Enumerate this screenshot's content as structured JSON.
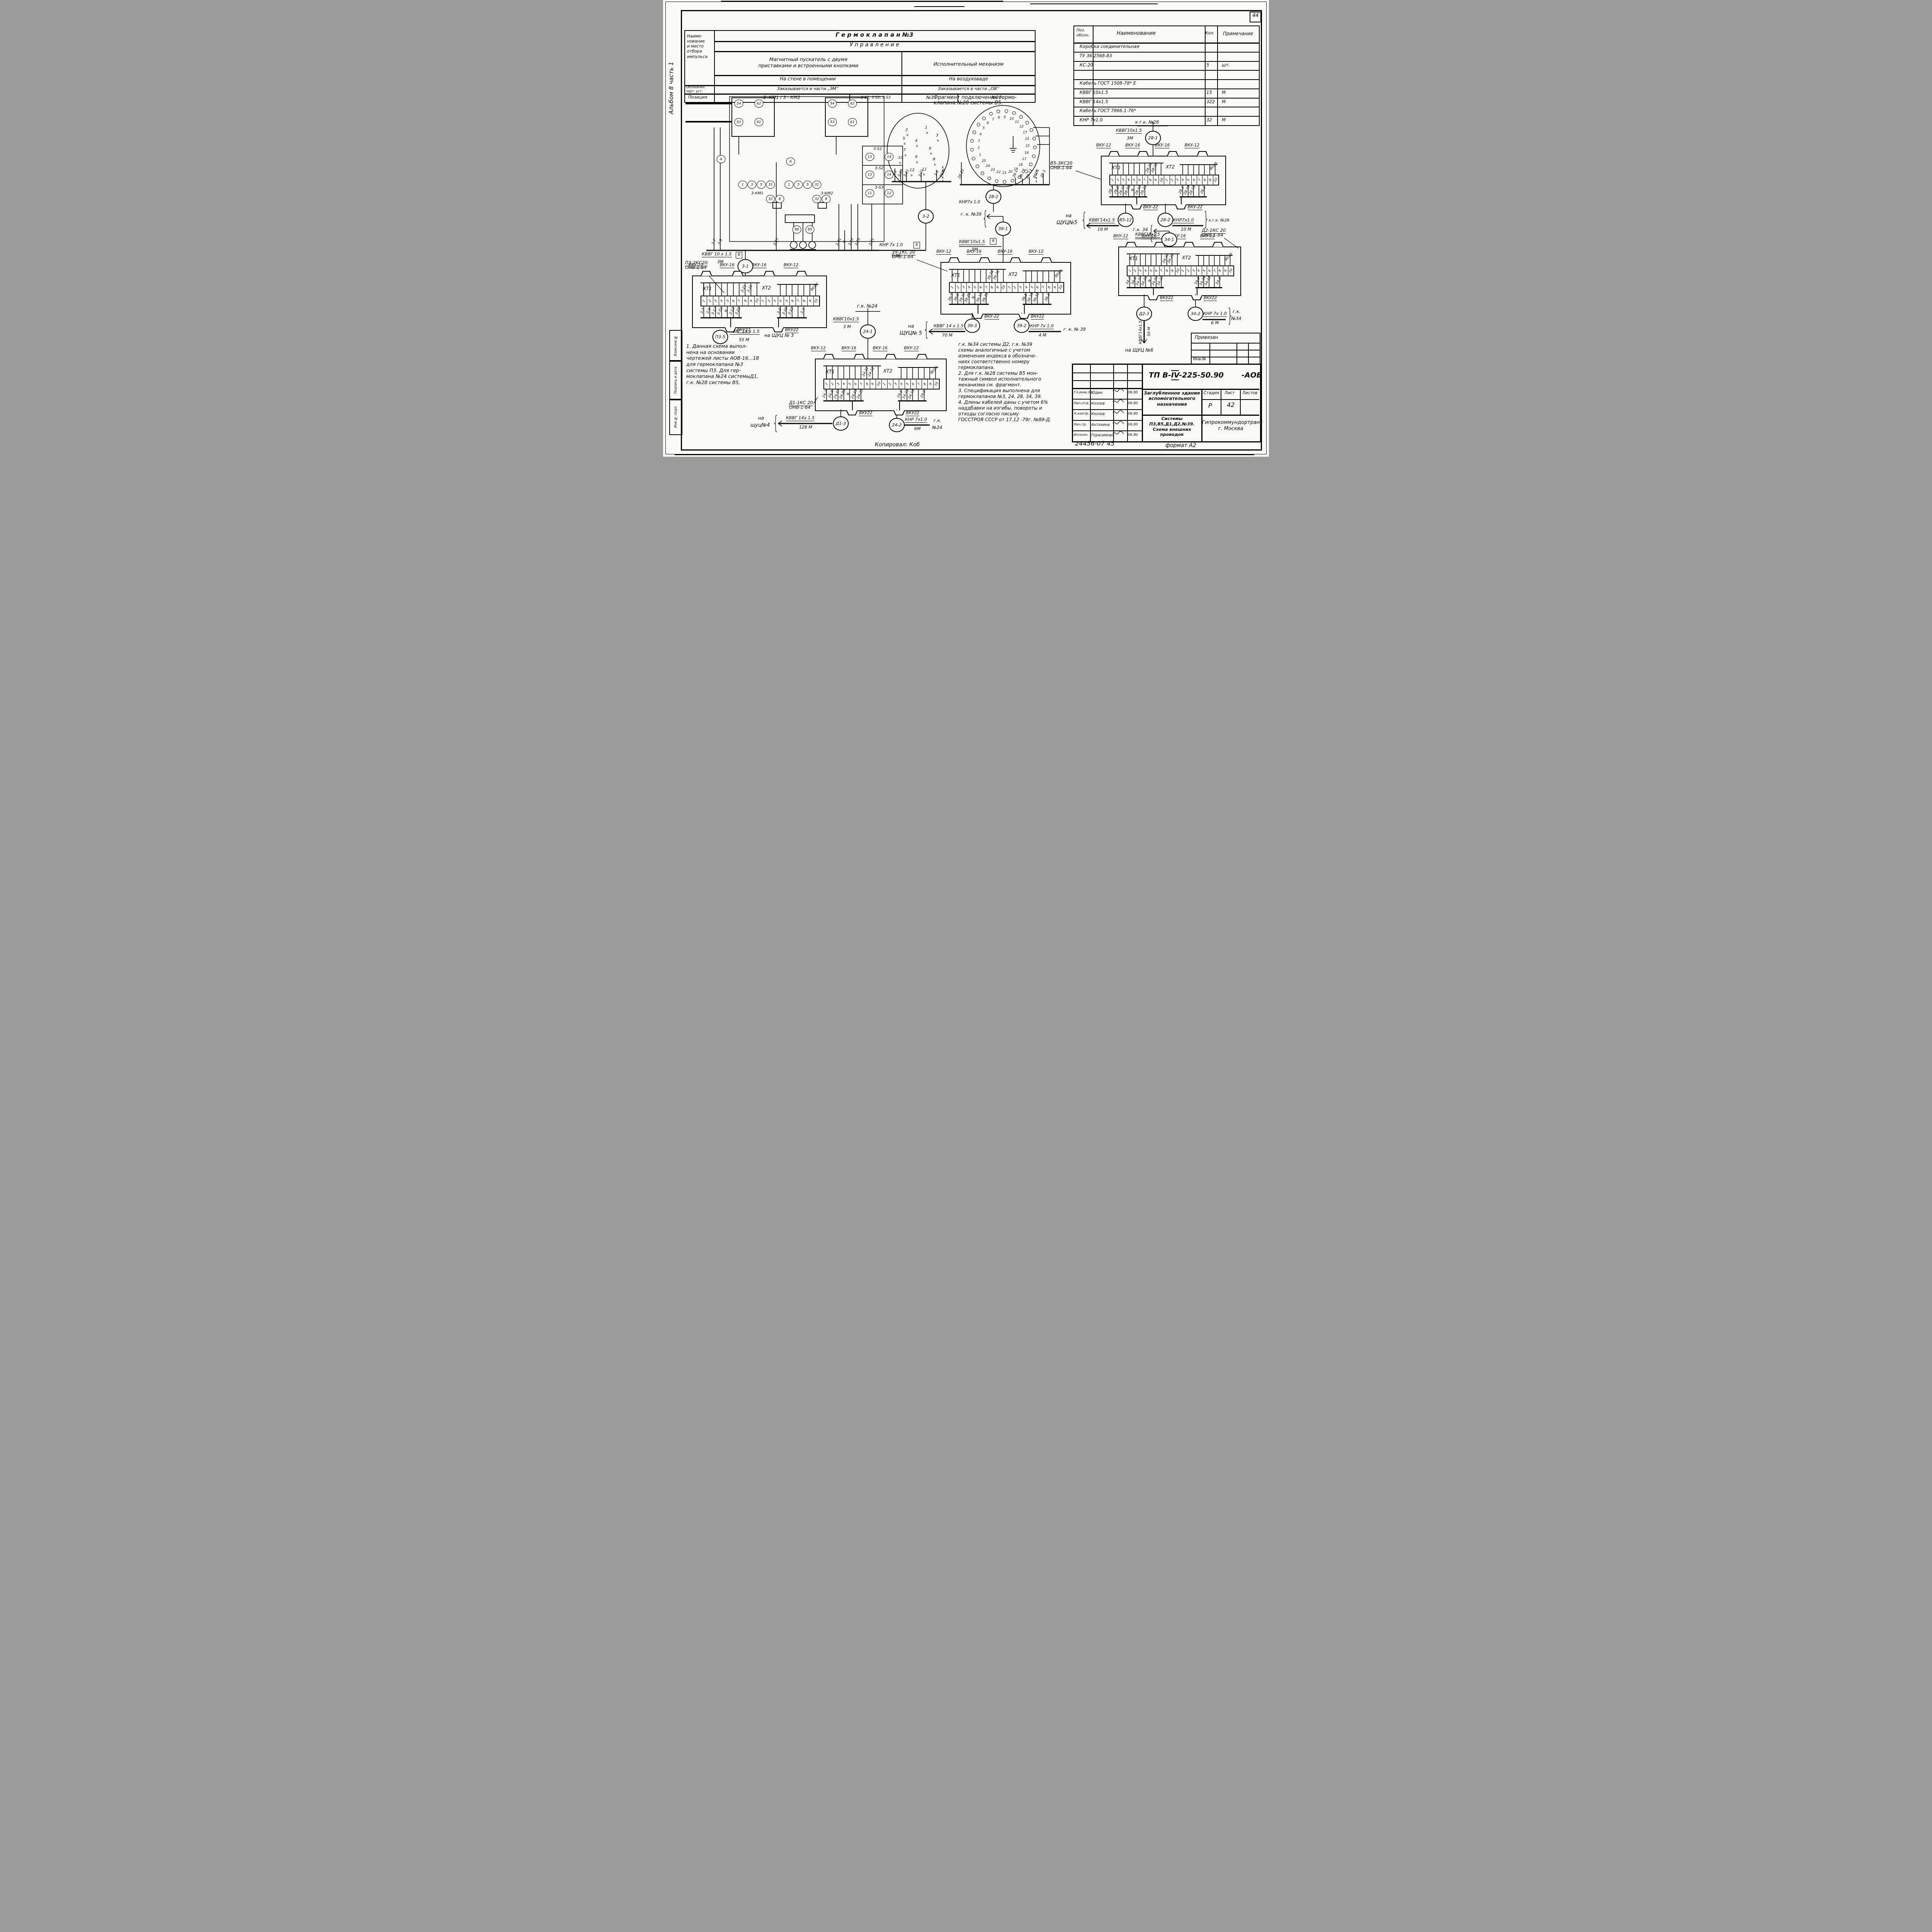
{
  "page": {
    "corner_number": "44",
    "album_side_text": "Альбом 8 часть 1",
    "stamp_boxes": [
      "Взам.инв.№",
      "Подпись и дата",
      "Инв.№ подл."
    ],
    "footer": {
      "copied": "Копировал: Коб",
      "code": "24456-07   45",
      "format": "формат А2"
    }
  },
  "header_table": {
    "col1_row1": "Наиме-\nнование\nи место\nотбора\nимпульса",
    "col1_row2": "Обозначен.\nчерт. уст.",
    "col1_row3": "Позиция",
    "title": "Г е р м о к л а п а н    №3",
    "subtitle": "У п р а в л е н и е",
    "left_device": "Магнитный  пускатель  с  двумя\nприставками  и  встроенными  кнопками",
    "right_device": "Исполнительный   механизм",
    "left_location": "На  стене    в   помещении",
    "right_location": "На  воздуховаде",
    "left_order": "Заказывается    в  части  „ЭМ“",
    "right_order": "Заказывается    в  части  „ОВ“",
    "pos_km": "3- КМ1 / 3 - КМ2",
    "pos_s": "3-S1; 3-S2; 3-S3",
    "pos_n3": "№3",
    "pos_n28": "№28"
  },
  "materials_table": {
    "headers": [
      "Поз.\nобозн.",
      "Наименование",
      "Кол.",
      "Примечание"
    ],
    "rows": [
      [
        "",
        "Коробка  соединительная",
        "",
        ""
      ],
      [
        "",
        "ТУ 36 2568-83",
        "",
        ""
      ],
      [
        "",
        "КС-20",
        "5",
        "шт."
      ],
      [
        "",
        "",
        "",
        ""
      ],
      [
        "",
        "Кабель  ГОСТ   1508-78* Е",
        "",
        ""
      ],
      [
        "",
        "КВВГ 10х1.5",
        "15",
        "М"
      ],
      [
        "",
        "КВВГ 14х1.5",
        "322",
        "М"
      ],
      [
        "",
        "Кабель ГОСТ  7866.1-76*",
        "",
        ""
      ],
      [
        "",
        "КНР  7х1.0",
        "32",
        "М"
      ]
    ]
  },
  "fragment": {
    "title1": "Фрагмент подключения гермо-",
    "title2": "клапана  №28 системы В5.",
    "left_pins": [
      "1",
      "2",
      "3",
      "4",
      "5",
      "6",
      "7",
      "8",
      "9",
      "10",
      "11",
      "12"
    ],
    "right_pins": [
      "1",
      "2",
      "3",
      "4",
      "5",
      "6",
      "7",
      "8",
      "9",
      "10",
      "11",
      "12",
      "13",
      "14",
      "15",
      "16",
      "17",
      "18",
      "19",
      "20",
      "21",
      "22",
      "23",
      "24",
      "25"
    ],
    "left_wires": [
      "3-1",
      "3-19",
      "3-11",
      "3-21",
      "3-3",
      "801N"
    ],
    "right_wires": [
      "28-21",
      "28-1",
      "28-19",
      "28-11",
      "801N",
      "28-3"
    ]
  },
  "left_circuit": {
    "terminals": [
      "54",
      "62",
      "53",
      "61",
      "54",
      "62",
      "53",
      "61",
      "А",
      "А",
      "1",
      "3",
      "5",
      "31",
      "1",
      "3",
      "5",
      "31",
      "13",
      "14",
      "13",
      "14",
      "11",
      "12",
      "32",
      "8",
      "32",
      "8",
      "96",
      "95"
    ],
    "km1": "3-КМ1",
    "km2": "3-КМ2",
    "s1": "3-S1",
    "s2": "3-S2",
    "s3": "3-S3",
    "bus_labels": [
      "3-7",
      "3-9",
      "3-17",
      "3-Л1",
      "N",
      "3-13",
      "3-23",
      "3-21"
    ]
  },
  "junction_boxes": [
    {
      "name": "П3",
      "label1": "П3-2КС20",
      "label2": "ОНВ-1-64",
      "xt1": "ХТ1",
      "xt2": "ХТ2",
      "terminals": [
        "1",
        "2",
        "3",
        "4",
        "5",
        "6",
        "7",
        "8",
        "9",
        "10",
        "1",
        "2",
        "3",
        "4",
        "5",
        "6",
        "7",
        "8",
        "9",
        "10"
      ],
      "top_wires": [
        "3-21",
        "3-21"
      ],
      "right_wire": "801N",
      "bottom_left": [
        "3-7",
        "3-9",
        "3-17",
        "3-Л1",
        "N",
        "3-13",
        "3-23"
      ],
      "bottom_right": [
        "3-1",
        "3-19",
        "3-11",
        "3-3"
      ],
      "glands_top": [
        "ВКУ-12",
        "ВКУ-16",
        "ВКУ-16",
        "ВКУ-12"
      ],
      "glands_bottom": [
        "ВКУ22",
        "ВКУ22"
      ]
    },
    {
      "name": "39",
      "label1": "39-1КС 20",
      "label2": "ОНВ-1-64",
      "xt1": "ХТ1",
      "xt2": "ХТ2",
      "terminals": [
        "1",
        "2",
        "3",
        "4",
        "5",
        "6",
        "7",
        "8",
        "9",
        "10",
        "1",
        "2",
        "3",
        "4",
        "5",
        "6",
        "7",
        "8",
        "9",
        "10"
      ],
      "top_wires": [
        "39-21",
        "39-21"
      ],
      "right_wire": "801N",
      "bottom_left": [
        "39-7",
        "39-9",
        "39-17",
        "39-Л1",
        "N",
        "39-13",
        "39-23"
      ],
      "bottom_right": [
        "39-1",
        "39-19",
        "39-11",
        "39-3"
      ],
      "glands_top": [
        "ВКУ-12",
        "ВКУ-16",
        "ВКУ-16",
        "ВКУ-12"
      ],
      "glands_bottom": [
        "ВКУ-22",
        "ВКУ22"
      ]
    },
    {
      "name": "В5",
      "label1": "В5-3КС20",
      "label2": "ОНВ-1-64",
      "xt1": "ХТ1",
      "xt2": "ХТ2",
      "terminals": [
        "1",
        "2",
        "3",
        "4",
        "5",
        "6",
        "7",
        "8",
        "9",
        "10",
        "1",
        "2",
        "3",
        "4",
        "5",
        "6",
        "7",
        "8",
        "9",
        "10"
      ],
      "top_wires": [
        "28-21",
        "28-21"
      ],
      "right_wire": "801N",
      "bottom_left": [
        "28-7",
        "28-9",
        "28-17",
        "28-Л1",
        "N",
        "28-13",
        "28-23"
      ],
      "bottom_right": [
        "28-1",
        "28-19",
        "28-11",
        "28-3"
      ],
      "glands_top": [
        "ВКУ-12",
        "ВКУ-16",
        "ВКУ-16",
        "ВКУ-12"
      ],
      "glands_bottom": [
        "ВКУ-22",
        "ВКУ-22"
      ]
    },
    {
      "name": "Д2",
      "label1": "Д2-1КС 20",
      "label2": "ОНВ-1-64",
      "xt1": "ХТ1",
      "xt2": "ХТ2",
      "terminals": [
        "1",
        "2",
        "3",
        "4",
        "5",
        "6",
        "7",
        "8",
        "9",
        "10",
        "1",
        "2",
        "3",
        "4",
        "5",
        "6",
        "7",
        "8",
        "9",
        "10"
      ],
      "top_wires": [
        "34-21",
        "34-21"
      ],
      "right_wire": "801N",
      "bottom_left": [
        "34-7",
        "34-9",
        "34-17",
        "34-Л1",
        "N",
        "34-13",
        "34-23"
      ],
      "bottom_right": [
        "34-1",
        "34-19",
        "34-11",
        "34-3"
      ],
      "glands_top": [
        "ВКУ-12",
        "ВКУ-16",
        "ВКУ-16",
        "ВКУ-12"
      ],
      "glands_bottom": [
        "ВКУ22",
        "ВКУ22"
      ]
    },
    {
      "name": "Д1",
      "label1": "Д1-1КС 20",
      "label2": "ОНВ-1-64",
      "xt1": "ХТ1",
      "xt2": "ХТ2",
      "terminals": [
        "1",
        "2",
        "3",
        "4",
        "5",
        "6",
        "7",
        "8",
        "9",
        "10",
        "1",
        "2",
        "3",
        "4",
        "5",
        "6",
        "7",
        "8",
        "9",
        "10"
      ],
      "top_wires": [
        "24-21",
        "24-21"
      ],
      "right_wire": "801N",
      "bottom_left": [
        "24-7",
        "24-9",
        "24-17",
        "24-Л1",
        "N",
        "24-13",
        "24-23"
      ],
      "bottom_right": [
        "24-1",
        "24-19",
        "24-11",
        "24-3"
      ],
      "glands_top": [
        "ВКУ-12",
        "ВКУ-16",
        "ВКУ-16",
        "ВКУ-12"
      ],
      "glands_bottom": [
        "ВКУ22",
        "ВКУ22"
      ]
    }
  ],
  "tags": [
    {
      "label": "3-1"
    },
    {
      "label": "П3-5"
    },
    {
      "label": "3-2"
    },
    {
      "label": "28-2"
    },
    {
      "label": "39-1"
    },
    {
      "label": "39-3"
    },
    {
      "label": "39-2"
    },
    {
      "label": "28-1"
    },
    {
      "label": "В5-12"
    },
    {
      "label": "28-2"
    },
    {
      "label": "34-1"
    },
    {
      "label": "Д2-3"
    },
    {
      "label": "34-2"
    },
    {
      "label": "24-1"
    },
    {
      "label": "Д1-3"
    },
    {
      "label": "24-2"
    }
  ],
  "labels": {
    "kvvg10_left": "КВВГ 10 х 1.5",
    "mark8a": "8",
    "m3_left": "3М",
    "knr7_left": "КНР 7х 1.0",
    "mark6": "6",
    "m6_left": "6 М",
    "p35_cable": "КВВГ 14 х 1.5",
    "p35_len": "55 М",
    "p35_dest": "на  ЩУЦ № 3",
    "frag_knr": "КНР7х 1.0",
    "gk39_top": "г. к. №39",
    "kvvg10_39": "КВВГ10х1.5",
    "mark8b": "8",
    "m3_39": "3М",
    "na39": "на",
    "shch5a": "ЩУЦ№ 5",
    "kvvg14_39": "КВВГ  14 х 1.5",
    "len70": "70 М",
    "knr_39": "КНР 7х 1.0",
    "len4": "4 М",
    "gk39_b": "г. к.  № 39",
    "kgk28_top": "к г.к. №28",
    "kvvg10_28": "КВВГ10х1.5",
    "m3_28": "3М",
    "na28": "на",
    "shch5b": "ЩУЦ№5",
    "kvvg14_28": "КВВГ14х1.5",
    "len19": "19 М",
    "knr_28": "КНР7х1.0",
    "len10": "10 М",
    "kgk28_b": "к.г.к. №28",
    "gk34_small": "г.к. 34",
    "kvvg10_34": "КВВГ10х1.5",
    "knr_34": "КНР 7х 1.0",
    "len6_34": "6 М",
    "gk_r1": "г.к.",
    "n34": "№34",
    "kvvg14_d2": "КВВГ14х1.5",
    "len50": "50 М",
    "shch6": "на  ЩУЦ №6",
    "gk24_top": "г.к. №24",
    "kvvg10_24": "КВВГ10х1.5",
    "m3_24": "3 М",
    "na4": "на",
    "shch4": "щуц№4",
    "kvvg14_d1": "КВВГ 14х 1.5",
    "len128": "128 М",
    "knr_24": "КНР 7х1.0",
    "len6_24": "6М",
    "gk_r2": "г.к.",
    "n24": "№24"
  },
  "notes_left": "1. Данная  схема выпол-\nнена  на основании\nчертежей  листы АОВ-16...18\nдля  гермоклапана  №3\nсистемы  П3.  Для  гер-\nмоклапана  №24 системыД1,\nг.к. №28 системы  В5,",
  "notes_right": "г.к. №34 системы Д2,  г.к. №39\nсхемы  аналогичные  с учетом\nизменения   индекса  в обозначе-\nниях  соответственно  номеру\nгермоклапана.\n2. Для г.к. №28 системы  В5 мон-\nтажный   символ  исполнительного\nмеханизма  см. фрагмент.\n3. Спецификация  выполнена  для\nгермоклапанов   №3, 24, 28, 34, 39.\n4. Длины  кабелей даны с учетом 6%\nнаддбавки  на  изгибы,  повороты и\nотходы   согласно  письму\nГОССТРОЯ  СССР  от 17.12 -79г. №89-Д.",
  "title_block": {
    "doc_prefix": "ТП В-",
    "doc_iv": "IV",
    "doc_suffix": "-225-50.90",
    "doc_code": "-АОВ",
    "signatures": [
      {
        "role": "Гл.инж.пр.",
        "name": "Юдин",
        "date": "06.90"
      },
      {
        "role": "Нач.отд.",
        "name": "Козлов",
        "date": "06.90"
      },
      {
        "role": "Н.контр.",
        "name": "Козлов",
        "date": "06.90"
      },
      {
        "role": "Нач.гр.",
        "name": "Антохина",
        "date": "06.90"
      },
      {
        "role": "Исполн.",
        "name": "Герасимова",
        "date": "06.90"
      }
    ],
    "subject": "Заглубленное здание\nвспомогательного\nназначения",
    "content": "Системы П3,В5,Д1,Д2,№39.\nСхема  внешних\nпроводок",
    "stage_label": "Стадия",
    "sheet_label": "Лист",
    "sheets_label": "Листов",
    "stage": "Р",
    "sheet": "42",
    "org": "Гипрокоммундортранс\nг. Москва",
    "attached": "Привязан",
    "inv_label": "Инв.№"
  }
}
